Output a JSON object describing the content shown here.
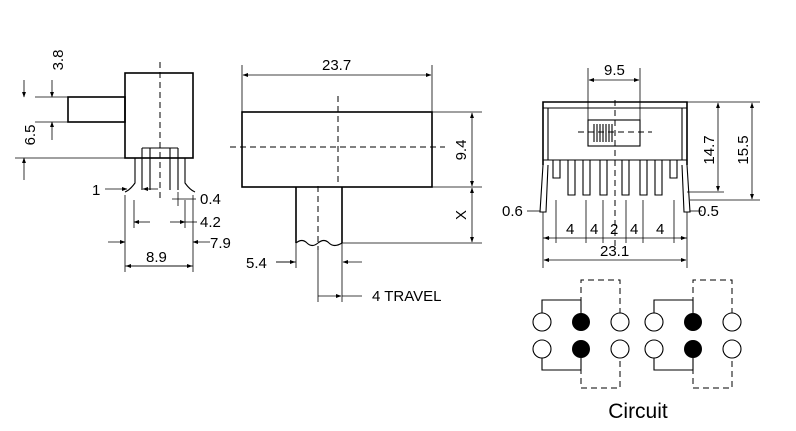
{
  "side_view": {
    "dim_actuator_length": "3.8",
    "dim_actuator_height": "6.5",
    "dim_pin_pitch": "1",
    "dim_pin_thickness": "0.4",
    "dim_pin_span": "4.2",
    "dim_pin_offset": "7.9",
    "dim_body_width": "8.9"
  },
  "front_view": {
    "dim_body_length": "23.7",
    "dim_body_height": "9.4",
    "dim_actuator_height": "X",
    "dim_actuator_width": "5.4",
    "travel_label": "4 TRAVEL"
  },
  "bottom_view": {
    "dim_slot_width": "9.5",
    "dim_height_a": "14.7",
    "dim_height_b": "15.5",
    "dim_pin_left": "0.6",
    "dim_pin_right": "0.5",
    "pin_pitches": [
      "4",
      "4",
      "2",
      "4",
      "4"
    ],
    "dim_total_length": "23.1"
  },
  "circuit": {
    "caption": "Circuit"
  }
}
